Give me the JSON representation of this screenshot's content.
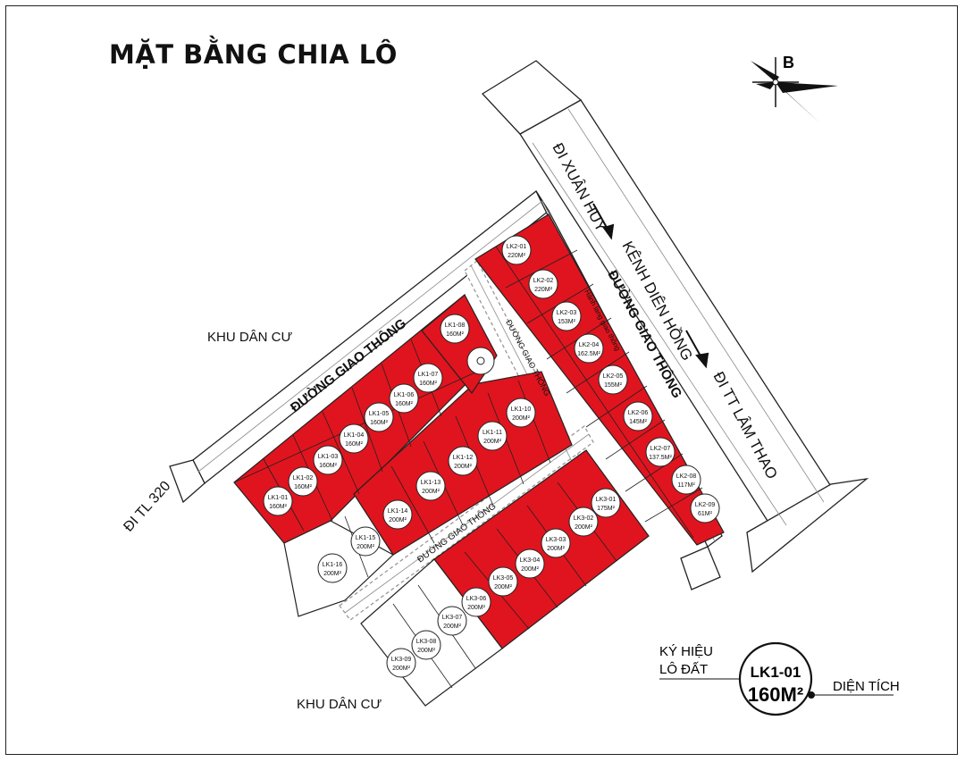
{
  "title": "MẶT BẰNG CHIA LÔ",
  "compass_label": "B",
  "colors": {
    "lot_sold": "#e0141e",
    "lot_free": "#ffffff",
    "road_line": "#9a9a9a",
    "ink": "#111111"
  },
  "labels": {
    "residential_north": "KHU DÂN CƯ",
    "residential_south": "KHU DÂN CƯ",
    "road_main_a": "ĐƯỜNG GIAO THÔNG",
    "road_main_b": "ĐƯỜNG GIAO THÔNG",
    "road_inner_a": "ĐƯỜNG GIAO THÔNG",
    "road_inner_b": "ĐƯỜNG GIAO THÔNG",
    "corridor": "Hành lang giao thông",
    "to_tl320": "ĐI TL 320",
    "to_xuan_huy": "ĐI XUÂN HUY",
    "canal": "KÊNH DIÊN HỒNG",
    "to_lam_thao": "ĐI TT LÂM THAO"
  },
  "legend": {
    "symbol_label_1": "KÝ HIỆU",
    "symbol_label_2": "LÔ ĐẤT",
    "sample_code": "LK1-01",
    "sample_area": "160M²",
    "area_label": "DIỆN TÍCH"
  },
  "lots": [
    {
      "code": "LK1-01",
      "area": "160M²",
      "sold": true
    },
    {
      "code": "LK1-02",
      "area": "160M²",
      "sold": true
    },
    {
      "code": "LK1-03",
      "area": "160M²",
      "sold": true
    },
    {
      "code": "LK1-04",
      "area": "160M²",
      "sold": true
    },
    {
      "code": "LK1-05",
      "area": "160M²",
      "sold": true
    },
    {
      "code": "LK1-06",
      "area": "160M²",
      "sold": true
    },
    {
      "code": "LK1-07",
      "area": "160M²",
      "sold": true
    },
    {
      "code": "LK1-08",
      "area": "160M²",
      "sold": true
    },
    {
      "code": "LK1-10",
      "area": "200M²",
      "sold": true
    },
    {
      "code": "LK1-11",
      "area": "200M²",
      "sold": true
    },
    {
      "code": "LK1-12",
      "area": "200M²",
      "sold": true
    },
    {
      "code": "LK1-13",
      "area": "200M²",
      "sold": true
    },
    {
      "code": "LK1-14",
      "area": "200M²",
      "sold": true
    },
    {
      "code": "LK1-15",
      "area": "200M²",
      "sold": false
    },
    {
      "code": "LK1-16",
      "area": "200M²",
      "sold": false
    },
    {
      "code": "LK2-01",
      "area": "220M²",
      "sold": true
    },
    {
      "code": "LK2-02",
      "area": "220M²",
      "sold": true
    },
    {
      "code": "LK2-03",
      "area": "153M²",
      "sold": true
    },
    {
      "code": "LK2-04",
      "area": "162.5M²",
      "sold": true
    },
    {
      "code": "LK2-05",
      "area": "155M²",
      "sold": true
    },
    {
      "code": "LK2-06",
      "area": "145M²",
      "sold": true
    },
    {
      "code": "LK2-07",
      "area": "137.5M²",
      "sold": true
    },
    {
      "code": "LK2-08",
      "area": "117M²",
      "sold": true
    },
    {
      "code": "LK2-09",
      "area": "61M²",
      "sold": true
    },
    {
      "code": "LK3-01",
      "area": "175M²",
      "sold": true
    },
    {
      "code": "LK3-02",
      "area": "200M²",
      "sold": true
    },
    {
      "code": "LK3-03",
      "area": "200M²",
      "sold": true
    },
    {
      "code": "LK3-04",
      "area": "200M²",
      "sold": true
    },
    {
      "code": "LK3-05",
      "area": "200M²",
      "sold": true
    },
    {
      "code": "LK3-06",
      "area": "200M²",
      "sold": true
    },
    {
      "code": "LK3-07",
      "area": "200M²",
      "sold": false
    },
    {
      "code": "LK3-08",
      "area": "200M²",
      "sold": false
    },
    {
      "code": "LK3-09",
      "area": "200M²",
      "sold": false
    }
  ]
}
